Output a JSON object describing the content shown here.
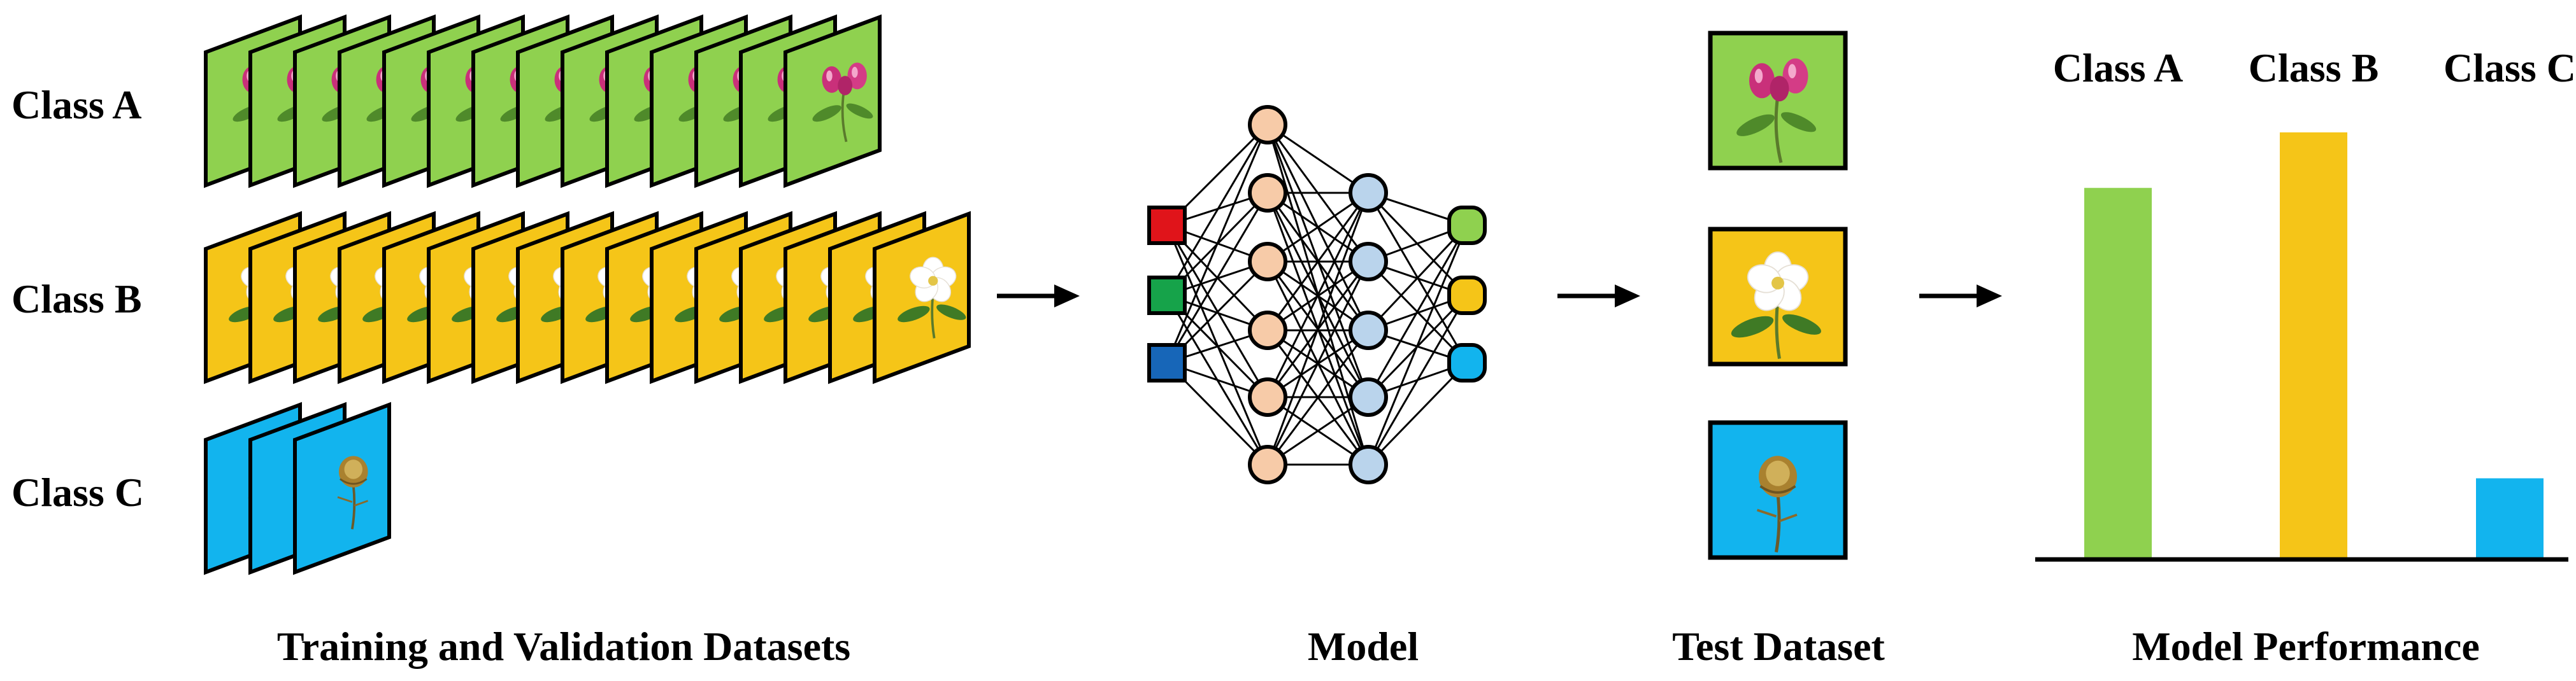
{
  "datasets": {
    "caption": "Training and Validation Datasets",
    "classes": [
      {
        "label": "Class A",
        "color": "#8fd14f",
        "count": 14
      },
      {
        "label": "Class B",
        "color": "#f5c518",
        "count": 16
      },
      {
        "label": "Class C",
        "color": "#12b4ee",
        "count": 3
      }
    ]
  },
  "model": {
    "caption": "Model",
    "layers": [
      3,
      6,
      5,
      3
    ],
    "input_colors": [
      "#e0141a",
      "#16a34a",
      "#1766b8"
    ],
    "hidden1_color": "#f7cba8",
    "hidden2_color": "#bad4ec",
    "output_colors": [
      "#8fd14f",
      "#f5c518",
      "#12b4ee"
    ]
  },
  "test": {
    "caption": "Test Dataset",
    "samples": [
      {
        "name": "class-a",
        "color": "#8fd14f"
      },
      {
        "name": "class-b",
        "color": "#f5c518"
      },
      {
        "name": "class-c",
        "color": "#12b4ee"
      }
    ]
  },
  "chart_data": {
    "type": "bar",
    "title": "Model Performance",
    "categories": [
      "Class A",
      "Class B",
      "Class C"
    ],
    "values": [
      0.87,
      1.0,
      0.19
    ],
    "colors": [
      "#8fd14f",
      "#f5c518",
      "#12b4ee"
    ],
    "ylim": [
      0,
      1
    ],
    "grid": false,
    "legend": "none"
  }
}
